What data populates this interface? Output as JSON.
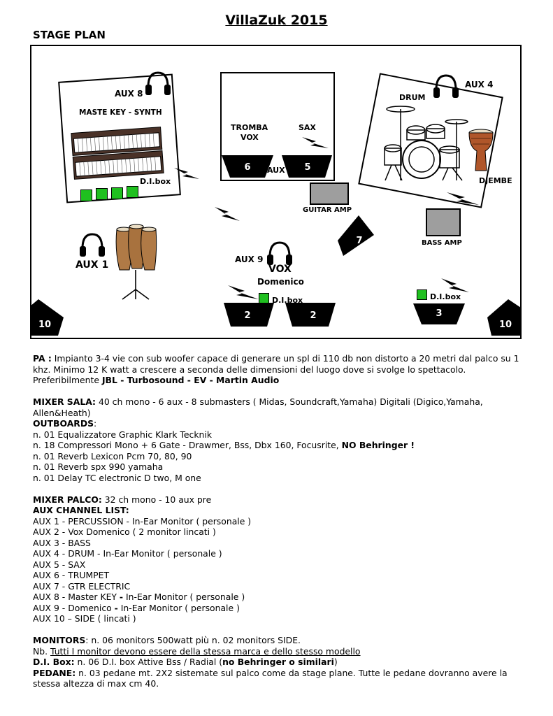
{
  "title": "VillaZuk 2015",
  "subtitle": "STAGE PLAN",
  "stage": {
    "keys": {
      "aux": "AUX 8",
      "label": "MASTE KEY - SYNTH",
      "dibox": "D.I.box"
    },
    "horns": {
      "tromba": "TROMBA",
      "vox": "VOX",
      "sax": "SAX",
      "aux": "AUX",
      "monitor_left": "6",
      "monitor_right": "5"
    },
    "drum": {
      "aux": "AUX 4",
      "label": "DRUM",
      "djembe": "DJEMBE"
    },
    "guitar_amp": "GUITAR AMP",
    "bass_amp": "BASS AMP",
    "percussion": {
      "aux": "AUX 1"
    },
    "vocal": {
      "aux": "AUX 9",
      "vox": "VOX",
      "name": "Domenico",
      "dibox": "D.I.box"
    },
    "bass_dibox": "D.I.box",
    "monitors": {
      "side_left": "10",
      "side_right": "10",
      "vox_left": "2",
      "vox_right": "2",
      "bass": "3",
      "guitar": "7"
    }
  },
  "text": {
    "pa_label": "PA :",
    "pa_body": " Impianto 3-4 vie con sub woofer capace di generare un spl  di 110 db non distorto a 20 metri dal palco su 1 khz. Minimo 12 K watt  a crescere a seconda delle dimensioni del luogo dove si svolge lo spettacolo.",
    "pa_pref": "Preferibilmente ",
    "pa_brands": "JBL - Turbosound - EV - Martin Audio",
    "mixer_sala_label": "MIXER SALA:",
    "mixer_sala_body": "  40 ch mono - 6 aux - 8 submasters ( Midas, Soundcraft,Yamaha) Digitali (Digico,Yamaha, Allen&Heath)",
    "outboards_label": "OUTBOARDS",
    "outboards_colon": ":",
    "out1": "n. 01 Equalizzatore Graphic Klark Tecknik",
    "out2": "n. 18 Compressori Mono + 6 Gate -  Drawmer, Bss, Dbx 160, Focusrite, ",
    "out2_bold": "NO Behringer !",
    "out3": "n. 01 Reverb Lexicon Pcm 70, 80, 90",
    "out4": "n. 01 Reverb spx 990 yamaha",
    "out5": "n. 01 Delay TC electronic D two, M one",
    "mixer_palco_label": "MIXER PALCO:",
    "mixer_palco_body": "  32 ch mono - 10 aux pre",
    "aux_list_label": "AUX CHANNEL LIST:",
    "aux1": "AUX 1 - PERCUSSION - In-Ear Monitor ( personale )",
    "aux2": "AUX 2 - Vox Domenico ( 2 monitor lincati )",
    "aux3": "AUX 3 - BASS",
    "aux4": "AUX 4 - DRUM - In-Ear Monitor ( personale )",
    "aux5": "AUX 5 - SAX",
    "aux6": "AUX 6 - TRUMPET",
    "aux7": "AUX 7 - GTR ELECTRIC",
    "aux8_a": "AUX 8 - Master KEY ",
    "aux8_dash": "-",
    "aux8_b": " In-Ear Monitor ( personale )",
    "aux9_a": "AUX 9 - Domenico ",
    "aux9_dash": "-",
    "aux9_b": " In-Ear Monitor ( personale )",
    "aux10": "AUX 10 – SIDE ( lincati )",
    "monitors_label": "MONITORS",
    "monitors_body": ":  n. 06 monitors 500watt più n. 02 monitors SIDE.",
    "nb_prefix": "Nb.  ",
    "nb_body": "Tutti I monitor devono essere della stessa marca e dello stesso modello",
    "di_label": "D.I. Box:",
    "di_body": "  n. 06 D.I. box  Attive  Bss / Radial (",
    "di_bold": "no Behringer o similari",
    "di_close": ")",
    "pedane_label": "PEDANE:",
    "pedane_body": "  n. 03 pedane mt. 2X2 sistemate sul palco come da stage plane. Tutte le pedane dovranno avere la stessa altezza di max cm 40."
  }
}
